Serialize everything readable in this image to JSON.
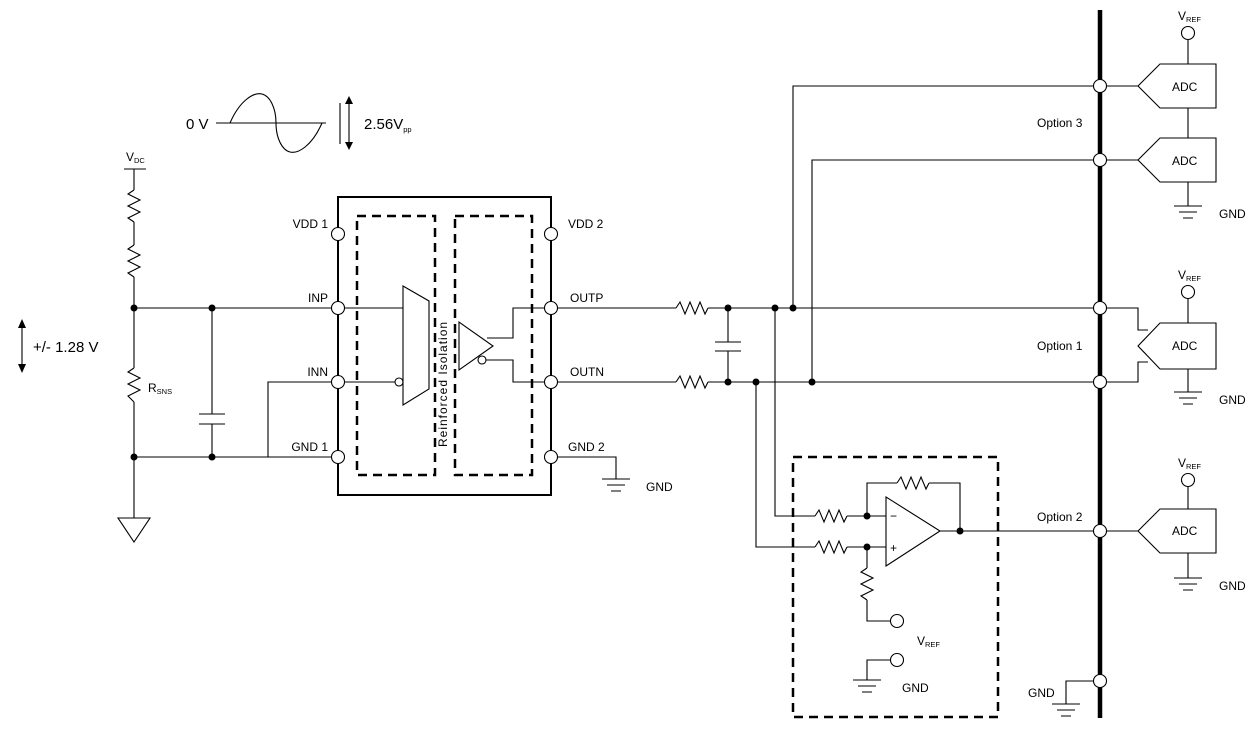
{
  "signal": {
    "zero_label": "0 V",
    "pp_label": "2.56V",
    "pp_sub": "pp",
    "input_range_label": "+/-  1.28 V"
  },
  "sense": {
    "vdc_main": "V",
    "vdc_sub": "DC",
    "rsns_main": "R",
    "rsns_sub": "SNS"
  },
  "isolator": {
    "pins_left": [
      "VDD 1",
      "INP",
      "INN",
      "GND 1"
    ],
    "pins_right": [
      "VDD 2",
      "OUTP",
      "OUTN",
      "GND 2"
    ],
    "barrier_label": "Reinforced Isolation",
    "gnd2_label": "GND"
  },
  "options": {
    "option3": "Option  3",
    "option1": "Option  1",
    "option2": "Option  2"
  },
  "adc": {
    "label": "ADC",
    "vref_main": "V",
    "vref_sub": "REF",
    "gnd_label": "GND"
  },
  "diffamp": {
    "minus": "−",
    "plus": "+",
    "vref_main": "V",
    "vref_sub": "REF",
    "gnd_label": "GND"
  },
  "bus_gnd_label": "GND"
}
